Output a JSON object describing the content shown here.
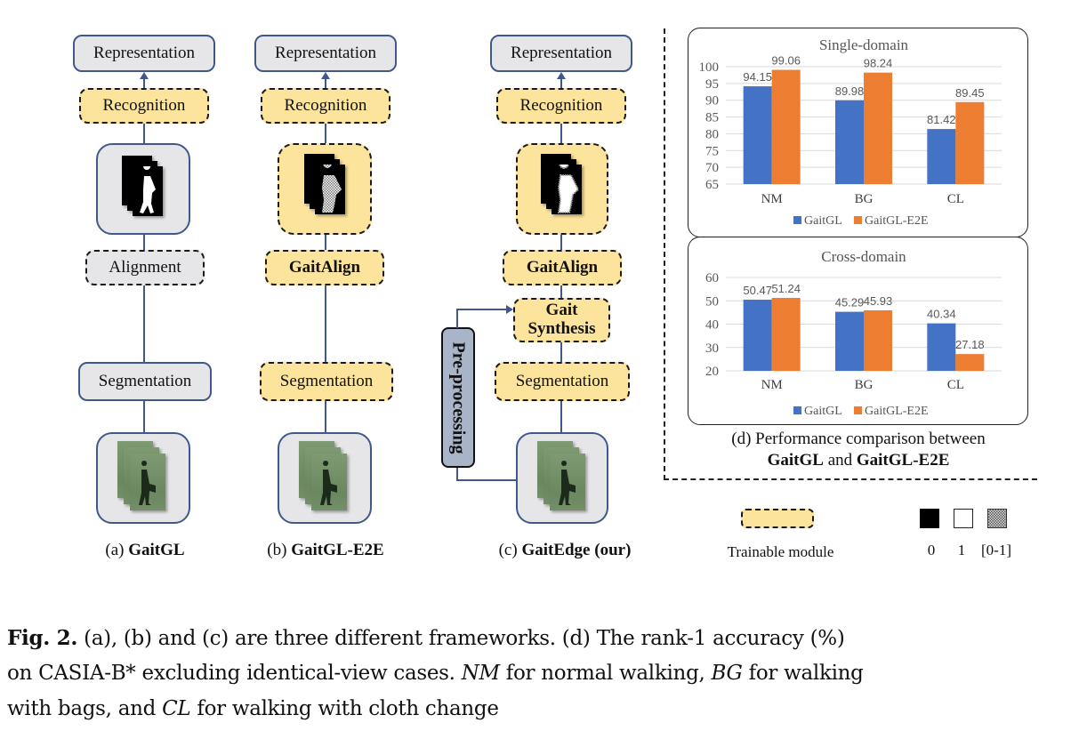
{
  "frameworks": [
    {
      "id": "a",
      "caption_prefix": "(a) ",
      "caption_name": "GaitGL",
      "representation": "Representation",
      "recognition": "Recognition",
      "alignment": "Alignment",
      "segmentation": "Segmentation"
    },
    {
      "id": "b",
      "caption_prefix": "(b) ",
      "caption_name": "GaitGL-E2E",
      "representation": "Representation",
      "recognition": "Recognition",
      "alignment": "GaitAlign",
      "segmentation": "Segmentation"
    },
    {
      "id": "c",
      "caption_prefix": "(c) ",
      "caption_name": "GaitEdge (our)",
      "representation": "Representation",
      "recognition": "Recognition",
      "alignment": "GaitAlign",
      "synthesis_line1": "Gait",
      "synthesis_line2": "Synthesis",
      "segmentation": "Segmentation",
      "preprocessing": "Pre-processing"
    }
  ],
  "panel_d": {
    "caption_line1": "(d) Performance comparison between",
    "caption_bold1": "GaitGL",
    "caption_and": " and ",
    "caption_bold2": "GaitGL-E2E"
  },
  "legend": {
    "trainable_label": "Trainable module",
    "pixel_values": [
      "0",
      "1",
      "[0-1]"
    ]
  },
  "colors": {
    "trainable_fill": "#fde49c",
    "gaitgl": "#4472c4",
    "gaitgl_e2e": "#ed7d31"
  },
  "figure_caption": {
    "label": "Fig. 2.",
    "line1": " (a), (b) and (c) are three different frameworks. (d) The rank-1 accuracy (%)",
    "line2a": "on CASIA-B* excluding identical-view cases. ",
    "nm": "NM",
    "line2b": " for normal walking, ",
    "bg": "BG",
    "line2c": " for walking",
    "line3a": "with bags, and ",
    "cl": "CL",
    "line3b": " for walking with cloth change"
  },
  "chart_data": [
    {
      "type": "bar",
      "title": "Single-domain",
      "categories": [
        "NM",
        "BG",
        "CL"
      ],
      "series": [
        {
          "name": "GaitGL",
          "values": [
            94.15,
            89.98,
            81.42
          ]
        },
        {
          "name": "GaitGL-E2E",
          "values": [
            99.06,
            98.24,
            89.45
          ]
        }
      ],
      "ylim": [
        65,
        100
      ],
      "yticks": [
        65,
        70,
        75,
        80,
        85,
        90,
        95,
        100
      ],
      "xlabel": "",
      "ylabel": "",
      "grid": true,
      "legend": "bottom"
    },
    {
      "type": "bar",
      "title": "Cross-domain",
      "categories": [
        "NM",
        "BG",
        "CL"
      ],
      "series": [
        {
          "name": "GaitGL",
          "values": [
            50.47,
            45.29,
            40.34
          ]
        },
        {
          "name": "GaitGL-E2E",
          "values": [
            51.24,
            45.93,
            27.18
          ]
        }
      ],
      "ylim": [
        20,
        60
      ],
      "yticks": [
        20,
        30,
        40,
        50,
        60
      ],
      "xlabel": "",
      "ylabel": "",
      "grid": true,
      "legend": "bottom"
    }
  ]
}
